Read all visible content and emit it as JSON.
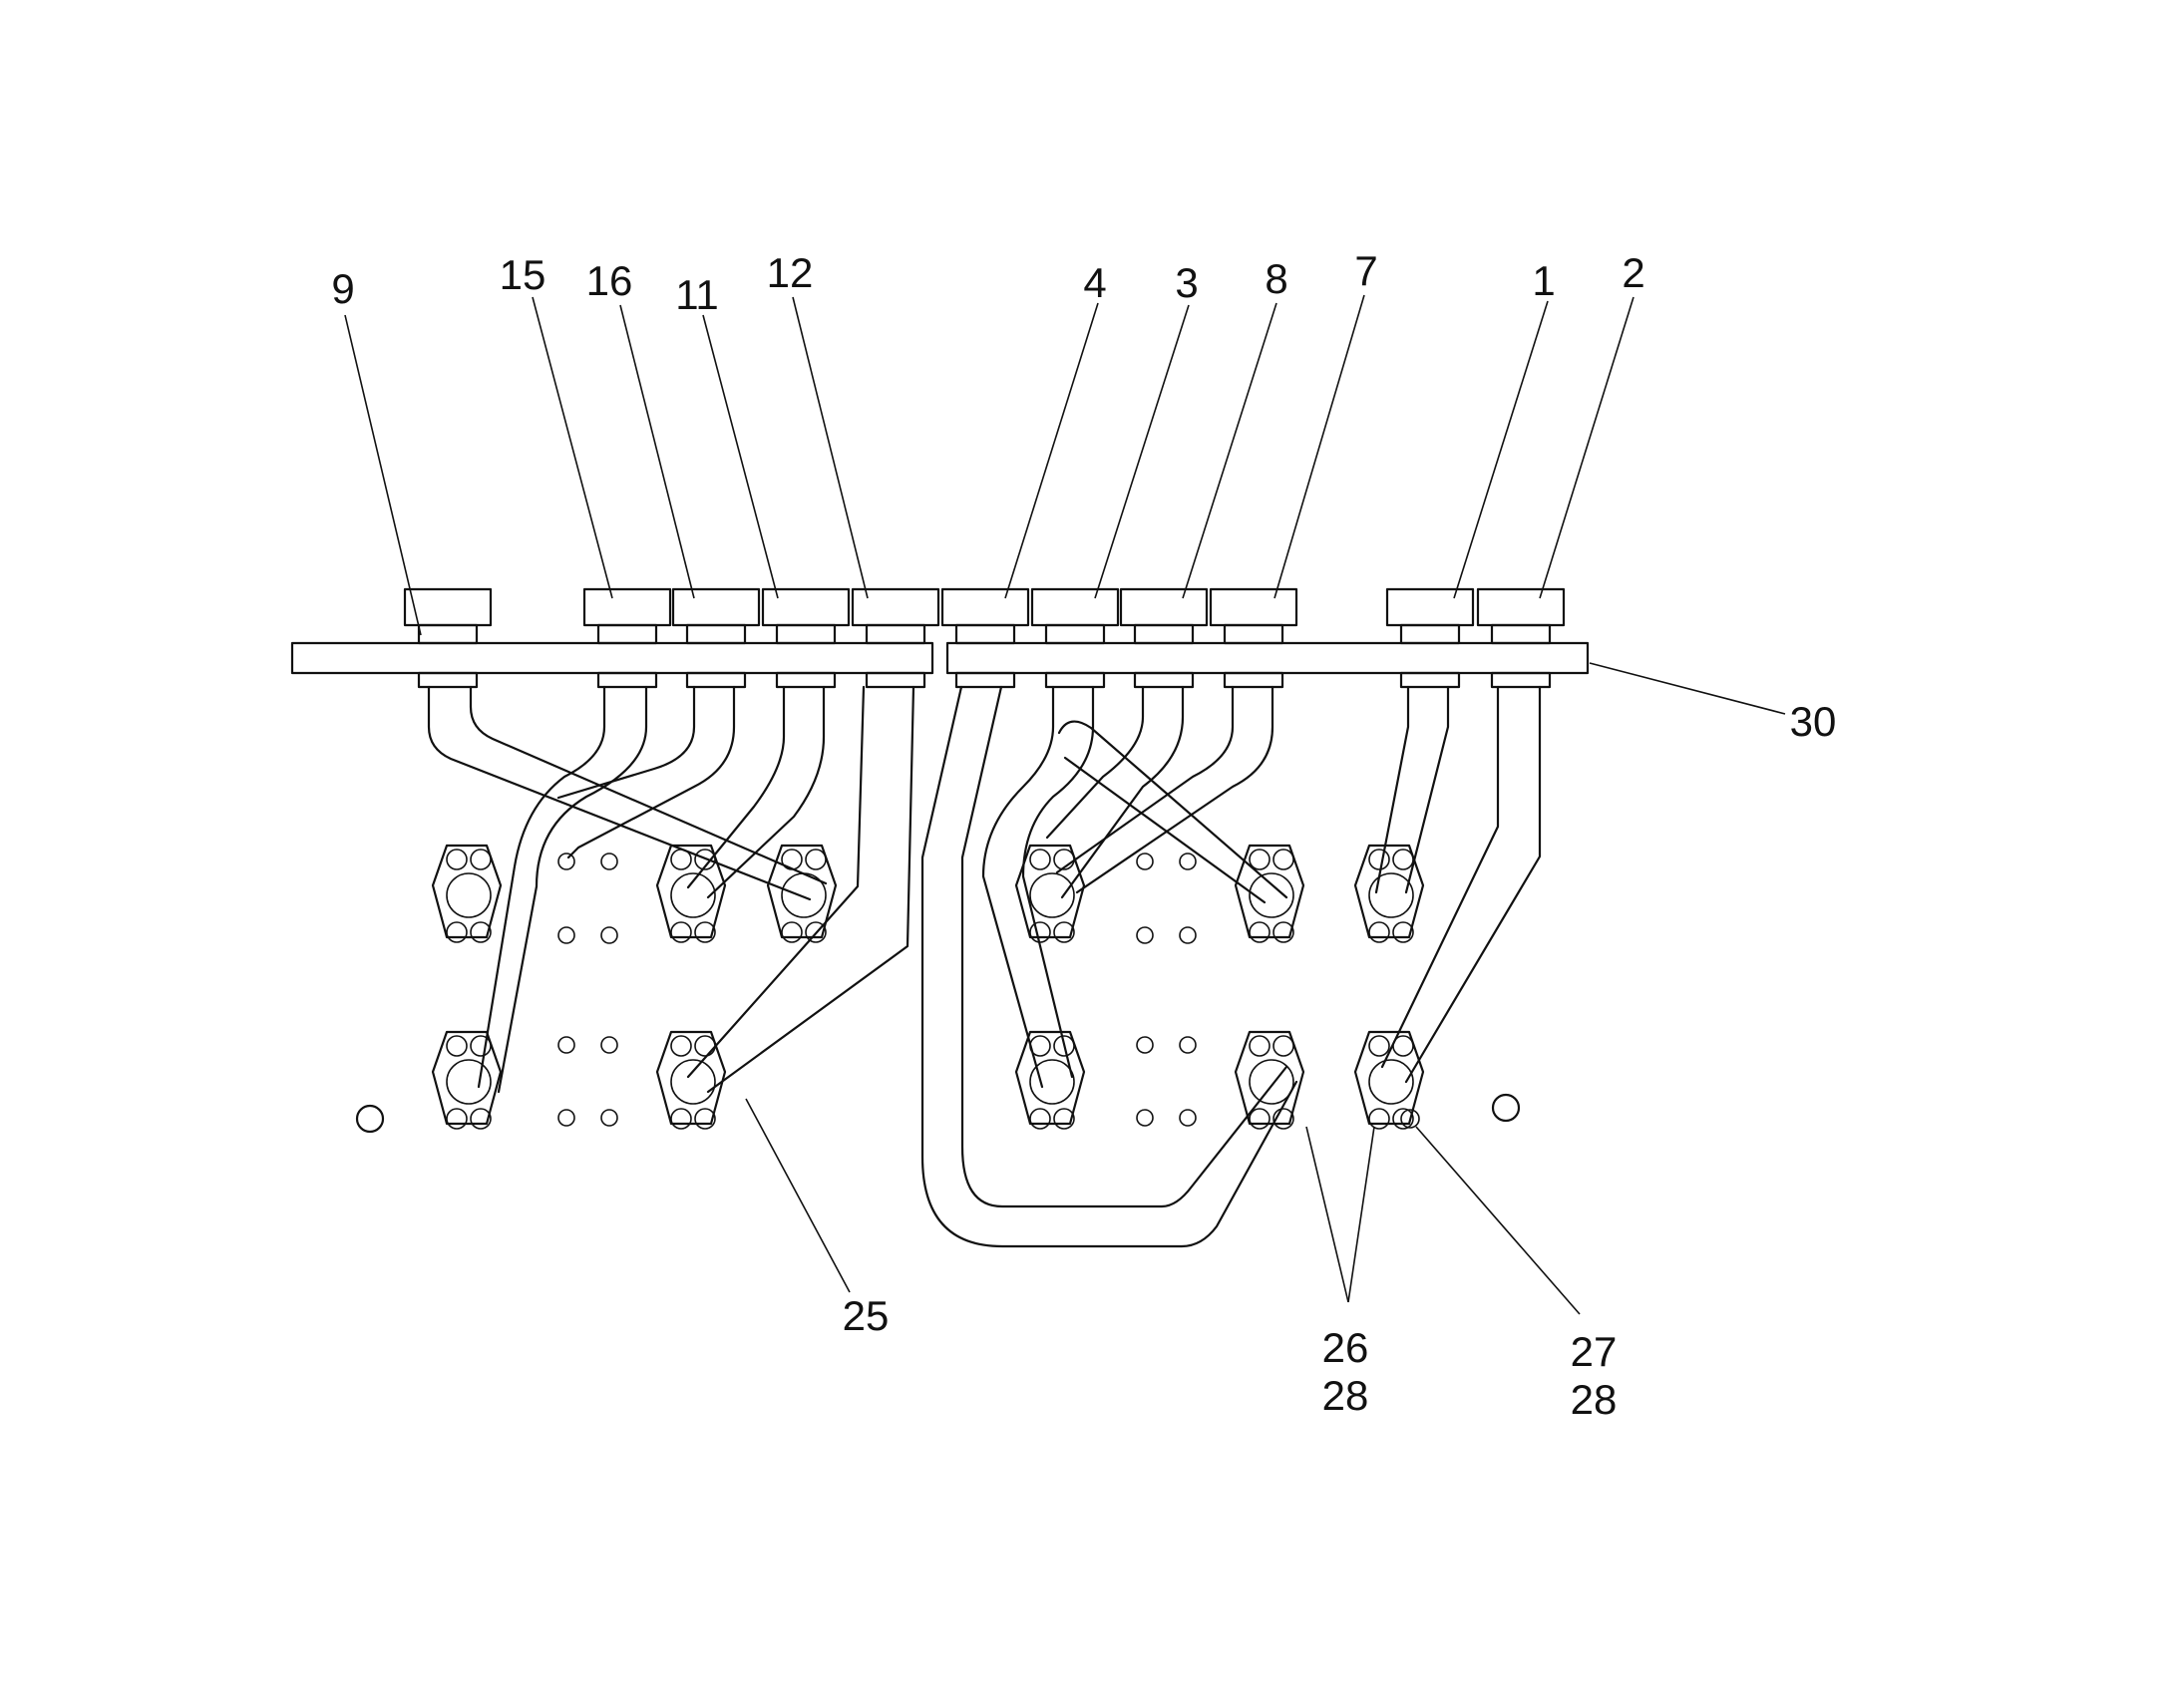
{
  "figure": {
    "reference_labels": [
      "9",
      "15",
      "16",
      "11",
      "12",
      "4",
      "3",
      "8",
      "7",
      "1",
      "2",
      "30",
      "25",
      "26",
      "28",
      "27",
      "28"
    ]
  },
  "colors": {
    "line": "#111111",
    "background": "#ffffff"
  }
}
